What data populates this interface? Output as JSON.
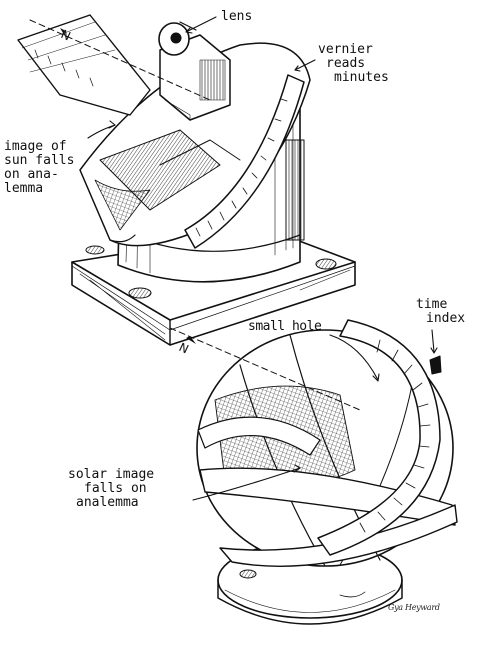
{
  "labels": {
    "lens": "lens",
    "vernier": [
      "vernier",
      "reads",
      "minutes"
    ],
    "image_of_sun": [
      "image of",
      "sun falls",
      "on ana-",
      "lemma"
    ],
    "time_index": [
      "time",
      "index"
    ],
    "small_hole": "small hole",
    "solar_image": [
      "solar image",
      "falls on",
      "analemma"
    ]
  },
  "compass": {
    "north": "N"
  },
  "signature": "Gya Heyward",
  "colors": {
    "ink": "#111111",
    "paper": "#ffffff"
  }
}
